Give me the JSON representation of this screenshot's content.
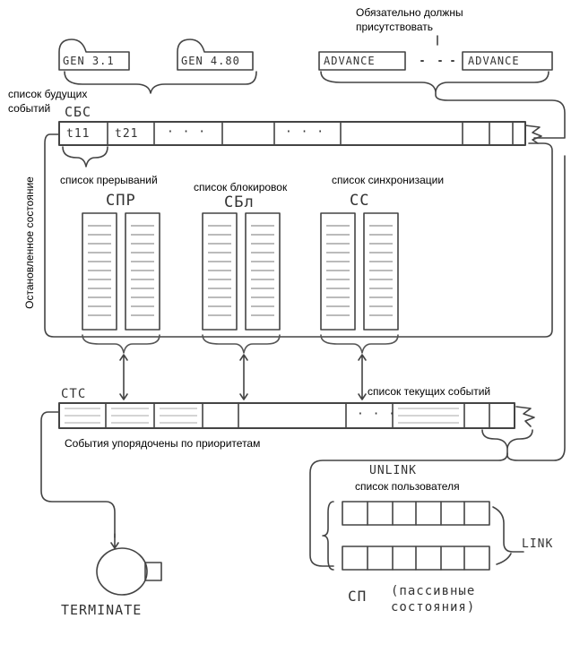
{
  "top_note": [
    "Обязательно должны",
    "присутствовать"
  ],
  "blocks": {
    "gen1": "GEN 3.1",
    "gen2": "GEN 4.80",
    "adv1": "ADVANCE",
    "adv2": "ADVANCE"
  },
  "fec": {
    "label": [
      "список будущих",
      "событий"
    ],
    "abbr": "СБС",
    "cells": [
      "t11",
      "t21",
      "· · ·",
      "· · ·"
    ]
  },
  "left_side_label": "Остановленное состояние",
  "chains": [
    {
      "label": "список прерываний",
      "abbr": "СПР"
    },
    {
      "label": "список блокировок",
      "abbr": "СБл"
    },
    {
      "label": "список синхронизации",
      "abbr": "СС"
    }
  ],
  "cec": {
    "abbr": "СТС",
    "label": "список текущих событий",
    "note": "События упорядочены по приоритетам",
    "cells": [
      "· · ·"
    ]
  },
  "user_chain": {
    "unlink": "UNLINK",
    "label": "список пользователя",
    "link": "LINK",
    "abbr": "СП",
    "state_note": [
      "(пассивные",
      "состояния)"
    ]
  },
  "terminate": "TERMINATE"
}
